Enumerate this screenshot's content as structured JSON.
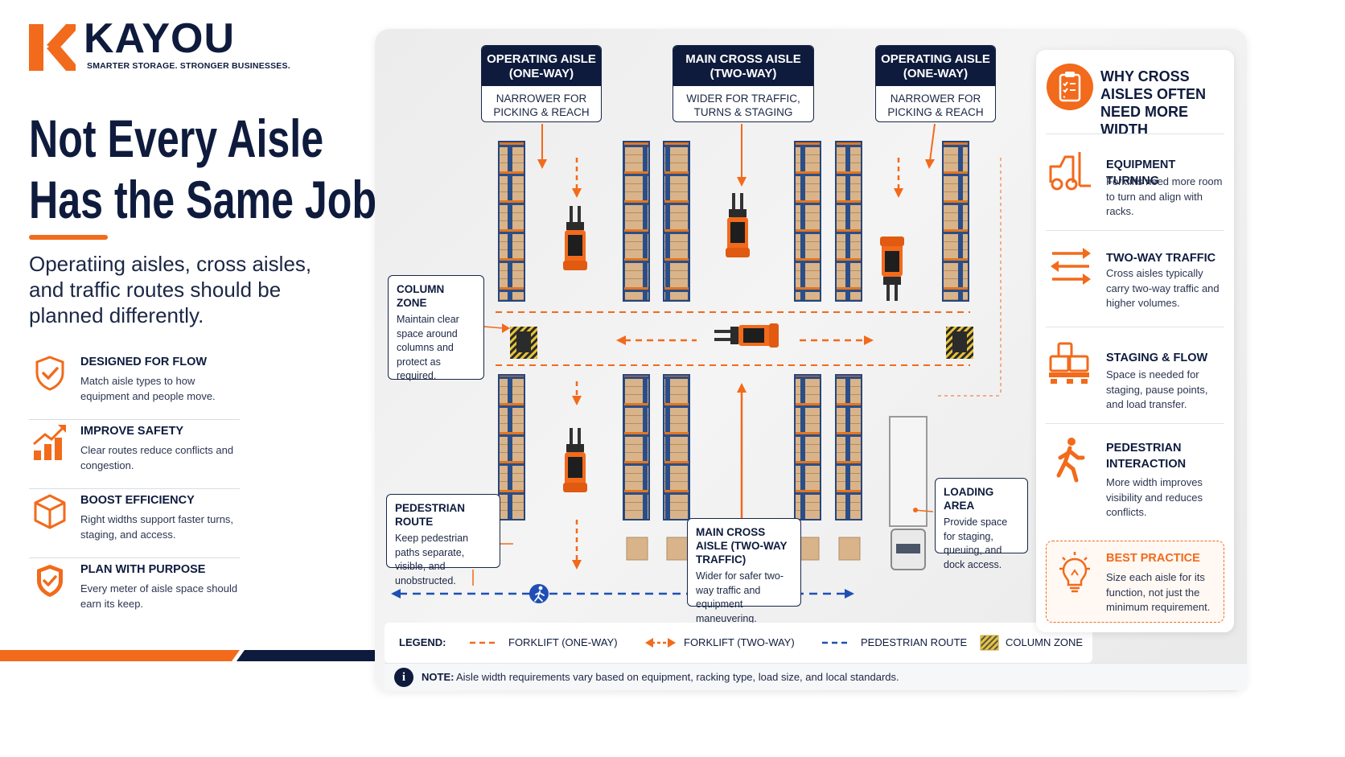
{
  "brand": {
    "name": "KAYOU",
    "tagline": "SMARTER STORAGE. STRONGER BUSINESSES.",
    "colors": {
      "navy": "#0e1b3d",
      "orange": "#f26a1b",
      "blue_dash": "#1f4fb5",
      "column_yellow": "#e8c43a"
    }
  },
  "headline": {
    "line1": "Not Every Aisle",
    "line2": "Has the Same Job"
  },
  "subheadline": "Operatiing aisles, cross aisles, and traffic routes should be planned differently.",
  "benefits": [
    {
      "icon": "shield-check-icon",
      "title": "DESIGNED FOR FLOW",
      "text": "Match aisle types to how equipment and people move."
    },
    {
      "icon": "growth-chart-icon",
      "title": "IMPROVE SAFETY",
      "text": "Clear routes reduce conflicts and congestion."
    },
    {
      "icon": "cube-icon",
      "title": "BOOST EFFICIENCY",
      "text": "Right widths support faster turns, staging, and access."
    },
    {
      "icon": "shield-check-icon",
      "title": "PLAN WITH PURPOSE",
      "text": "Every meter of aisle space should earn its keep."
    }
  ],
  "diagram": {
    "callouts_top": [
      {
        "title": "OPERATING AISLE (ONE-WAY)",
        "text": "NARROWER FOR PICKING & REACH"
      },
      {
        "title": "MAIN CROSS AISLE (TWO-WAY)",
        "text": "WIDER FOR TRAFFIC, TURNS & STAGING"
      },
      {
        "title": "OPERATING AISLE (ONE-WAY)",
        "text": "NARROWER FOR PICKING & REACH"
      }
    ],
    "column_zone": {
      "title": "COLUMN ZONE",
      "text": "Maintain clear space around columns and protect as required."
    },
    "pedestrian_route": {
      "title": "PEDESTRIAN ROUTE",
      "text": "Keep pedestrian paths separate, visible, and unobstructed."
    },
    "main_cross_aisle": {
      "title": "MAIN CROSS AISLE (TWO-WAY TRAFFIC)",
      "text": "Wider for safer two-way traffic and equipment maneuvering."
    },
    "loading_area": {
      "title": "LOADING AREA",
      "text": "Provide space for staging, queuing, and dock access."
    }
  },
  "legend": {
    "title": "LEGEND:",
    "items": [
      {
        "icon": "dashed-line-orange-icon",
        "label": "FORKLIFT (ONE-WAY)"
      },
      {
        "icon": "double-arrow-orange-icon",
        "label": "FORKLIFT (TWO-WAY)"
      },
      {
        "icon": "dashed-line-blue-icon",
        "label": "PEDESTRIAN ROUTE"
      },
      {
        "icon": "hatched-square-icon",
        "label": "COLUMN ZONE"
      }
    ]
  },
  "note": {
    "label": "NOTE:",
    "text": "Aisle width requirements vary based on equipment, racking type, load size, and local standards."
  },
  "panel": {
    "title": "WHY CROSS AISLES OFTEN NEED MORE WIDTH",
    "reasons": [
      {
        "icon": "forklift-icon",
        "title": "EQUIPMENT TURNING",
        "text": "Forklifts need more room to turn and align with racks."
      },
      {
        "icon": "two-way-arrows-icon",
        "title": "TWO-WAY TRAFFIC",
        "text": "Cross aisles typically carry two-way traffic and higher volumes."
      },
      {
        "icon": "pallet-stack-icon",
        "title": "STAGING & FLOW",
        "text": "Space is needed for staging, pause points, and load transfer."
      },
      {
        "icon": "walking-person-icon",
        "title": "PEDESTRIAN INTERACTION",
        "text": "More width improves visibility and reduces conflicts."
      }
    ],
    "best_practice": {
      "icon": "lightbulb-icon",
      "title": "BEST PRACTICE",
      "text": "Size each aisle for its function, not just the minimum requirement."
    }
  }
}
